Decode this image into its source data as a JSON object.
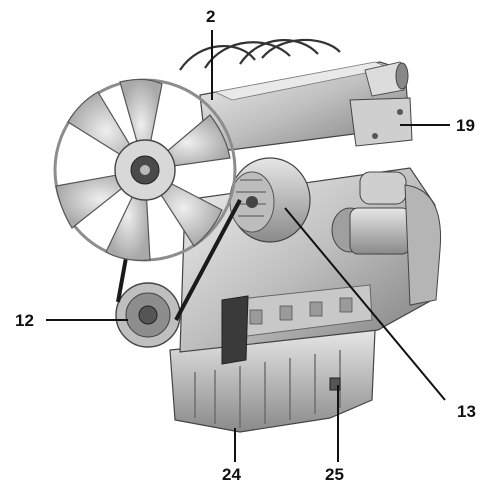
{
  "callouts": [
    {
      "id": "c2",
      "label": "2"
    },
    {
      "id": "c19",
      "label": "19"
    },
    {
      "id": "c12",
      "label": "12"
    },
    {
      "id": "c13",
      "label": "13"
    },
    {
      "id": "c24",
      "label": "24"
    },
    {
      "id": "c25",
      "label": "25"
    }
  ],
  "illustration": {
    "subject": "diesel-engine-assembly",
    "colors": {
      "metal_light": "#d9d9d9",
      "metal_mid": "#a8a8a8",
      "metal_dark": "#555555",
      "ink": "#111111"
    }
  }
}
